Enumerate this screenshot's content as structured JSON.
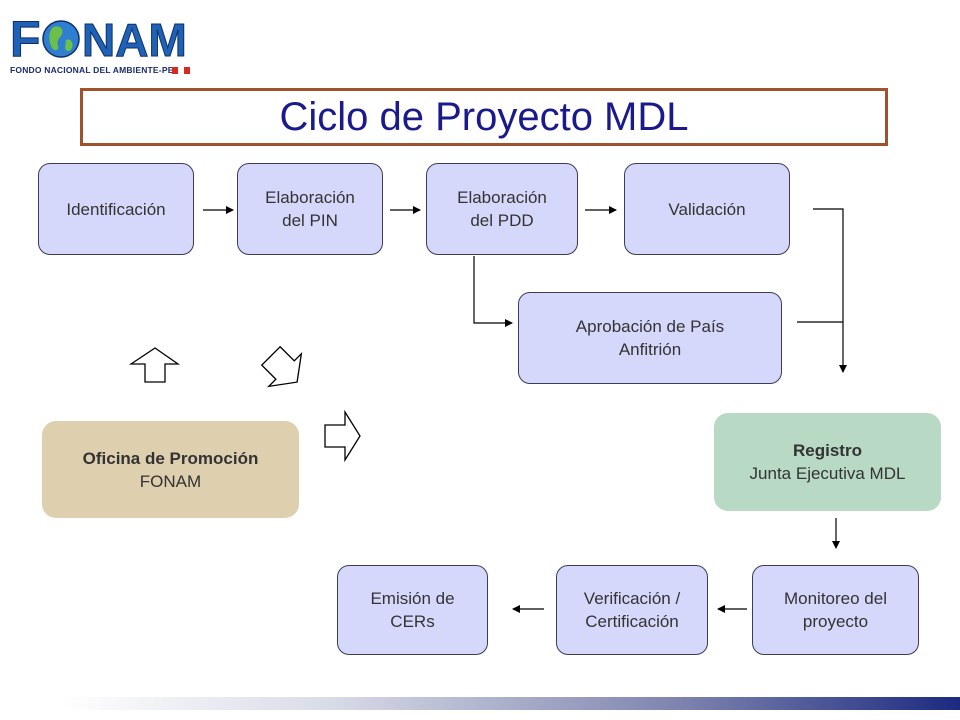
{
  "logo": {
    "letter_f": "F",
    "letters_rest": "NAM",
    "subtitle": "FONDO NACIONAL DEL AMBIENTE-PERU"
  },
  "title": "Ciclo de Proyecto MDL",
  "nodes": {
    "identificacion": {
      "line1": "Identificación"
    },
    "elaboracion_pin": {
      "line1": "Elaboración",
      "line2": "del PIN"
    },
    "elaboracion_pdd": {
      "line1": "Elaboración",
      "line2": "del PDD"
    },
    "validacion": {
      "line1": "Validación"
    },
    "aprobacion": {
      "line1": "Aprobación de País",
      "line2": "Anfitrión"
    },
    "registro": {
      "line1": "Registro",
      "line2": "Junta Ejecutiva MDL"
    },
    "oficina": {
      "line1": "Oficina de Promoción",
      "line2": "FONAM"
    },
    "monitoreo": {
      "line1": "Monitoreo del",
      "line2": "proyecto"
    },
    "verificacion": {
      "line1": "Verificación /",
      "line2": "Certificación"
    },
    "emision": {
      "line1": "Emisión de",
      "line2": "CERs"
    }
  },
  "colors": {
    "process_fill": "#d6d8fb",
    "registro_fill": "#b8d9c4",
    "oficina_fill": "#decfaf",
    "title_text": "#1a1a8c",
    "title_border": "#a0522d",
    "logo_blue": "#1f62b5"
  }
}
